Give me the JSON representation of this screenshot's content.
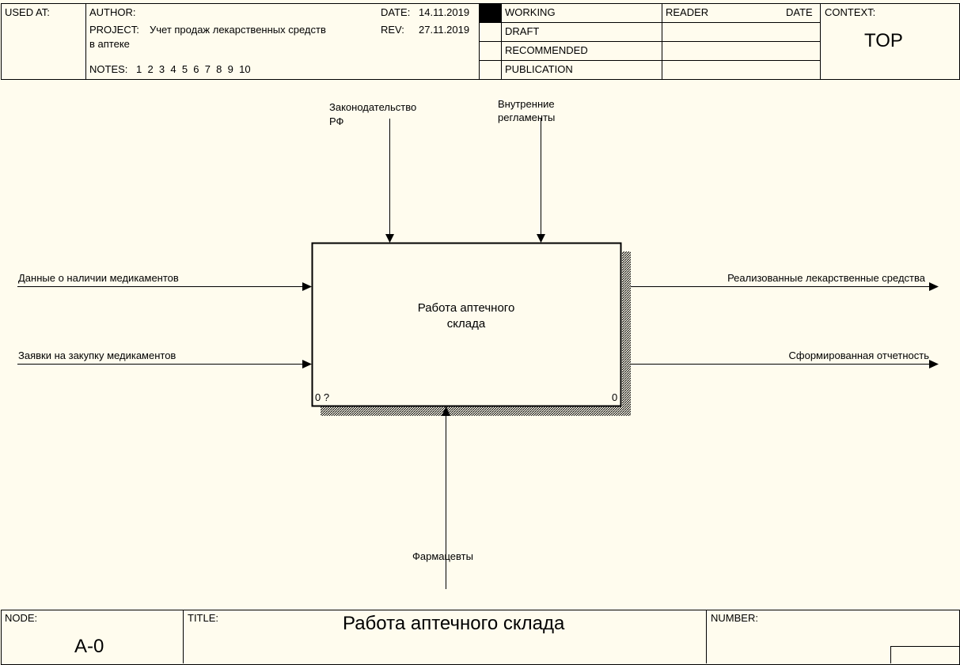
{
  "header": {
    "used_at": "USED AT:",
    "author": "AUTHOR:",
    "project_label": "PROJECT:",
    "project_value": "Учет продаж лекарственных средств",
    "project_value_2": "в аптеке",
    "notes_label": "NOTES:",
    "notes_numbers": "1  2  3  4  5  6  7  8  9  10",
    "date_label": "DATE:",
    "date_value": "14.11.2019",
    "rev_label": "REV:",
    "rev_value": "27.11.2019",
    "statuses": [
      "WORKING",
      "DRAFT",
      "RECOMMENDED",
      "PUBLICATION"
    ],
    "reader": "READER",
    "reader_date": "DATE",
    "context_label": "CONTEXT:",
    "context_value": "TOP"
  },
  "diagram": {
    "box": {
      "label_line1": "Работа аптечного",
      "label_line2": "склада",
      "corner_left": "0 ?",
      "corner_right": "0"
    },
    "controls": [
      {
        "line1": "Законодательство",
        "line2": "РФ"
      },
      {
        "line1": "Внутренние",
        "line2": "регламенты"
      }
    ],
    "inputs": [
      "Данные о наличии медикаментов",
      "Заявки на закупку медикаментов"
    ],
    "outputs": [
      "Реализованные лекарственные средства",
      "Сформированная отчетность"
    ],
    "mechanisms": [
      "Фармацевты"
    ]
  },
  "footer": {
    "node_label": "NODE:",
    "node_value": "A-0",
    "title_label": "TITLE:",
    "title_value": "Работа аптечного склада",
    "number_label": "NUMBER:"
  },
  "colors": {
    "background": "#fffcee",
    "ink": "#000000"
  }
}
